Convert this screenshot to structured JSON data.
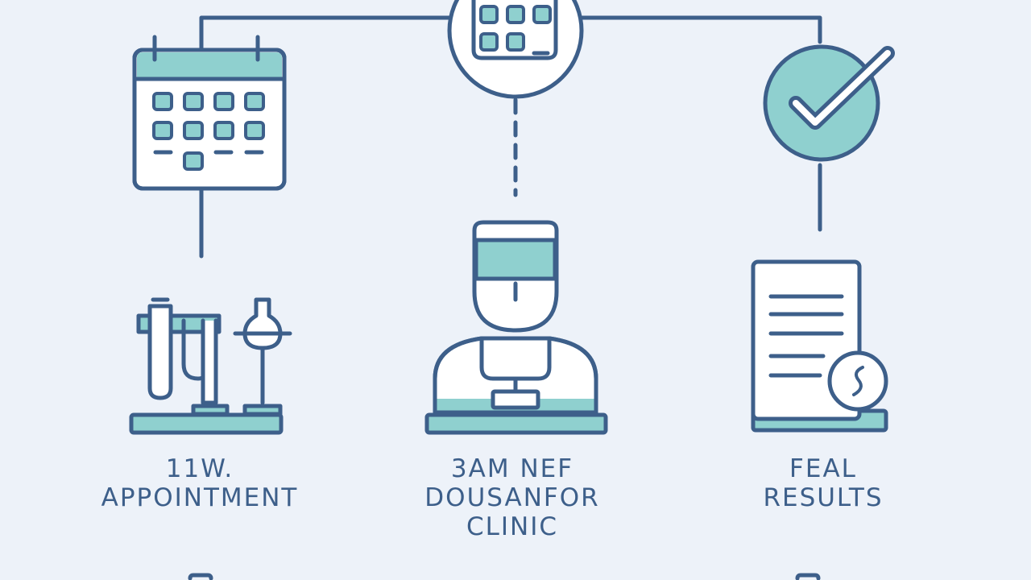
{
  "steps": [
    {
      "id": "appointment",
      "label_lines": [
        "11W.",
        "APPOINTMENT"
      ],
      "icon_top": "calendar-icon",
      "icon_bottom": "lab-equipment-icon"
    },
    {
      "id": "clinic",
      "label_lines": [
        "3AM NEF",
        "DOUSANFOR",
        "CLINIC"
      ],
      "icon_top": "calendar-circle-icon",
      "icon_bottom": "doctor-icon"
    },
    {
      "id": "results",
      "label_lines": [
        "FEAL",
        "RESULTS"
      ],
      "icon_top": "checkmark-circle-icon",
      "icon_bottom": "report-document-icon"
    }
  ],
  "colors": {
    "background": "#edf2f9",
    "stroke": "#3d5f8a",
    "accent": "#8fd0cf",
    "fill": "#ffffff"
  }
}
